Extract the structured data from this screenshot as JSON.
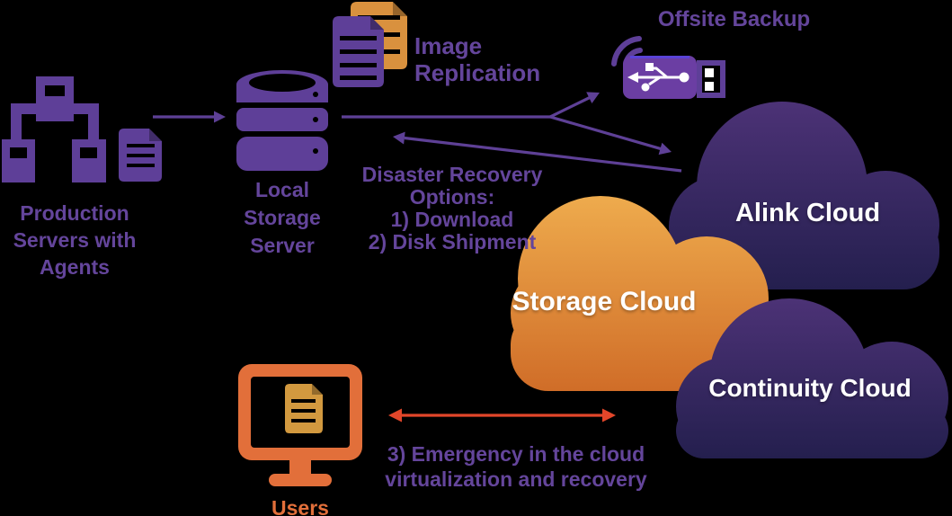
{
  "title": "Backup and disaster recovery architecture diagram",
  "colors": {
    "background": "#000000",
    "icon_purple": "#5e3f98",
    "text_purple": "#64459b",
    "arrow_purple": "#5e4096",
    "doc_orange": "#d9913e",
    "doc_gold": "#d2993f",
    "monitor_orange": "#e26f3a",
    "arrow_red": "#e2462a",
    "cloud_purple_top": "#4c3276",
    "cloud_purple_bottom": "#241f4e",
    "cloud_orange_top": "#eeab4d",
    "cloud_orange_bottom": "#d06d28",
    "cloud_label_white": "#ffffff"
  },
  "nodes": {
    "production_servers": {
      "icon": "network-servers-with-document-icon",
      "lines": [
        "Production",
        "Servers with",
        "Agents"
      ]
    },
    "local_storage_server": {
      "icon": "database-stack-icon",
      "lines": [
        "Local",
        "Storage",
        "Server"
      ]
    },
    "image_replication": {
      "icon": "stacked-documents-icon",
      "lines": [
        "Image",
        "Replication"
      ]
    },
    "offsite_backup": {
      "icon": "wireless-usb-drive-icon",
      "label": "Offsite Backup"
    },
    "users": {
      "icon": "monitor-with-document-icon",
      "label": "Users"
    }
  },
  "clouds": [
    {
      "name": "alink",
      "label": "Alink Cloud",
      "color": "purple"
    },
    {
      "name": "storage",
      "label": "Storage Cloud",
      "color": "orange"
    },
    {
      "name": "continuity",
      "label": "Continuity Cloud",
      "color": "purple"
    }
  ],
  "annotations": {
    "disaster_recovery": {
      "lines": [
        "Disaster Recovery",
        "Options:",
        "1) Download",
        "2) Disk Shipment"
      ]
    },
    "emergency": {
      "lines": [
        "3) Emergency in the cloud",
        "virtualization and recovery"
      ]
    }
  }
}
